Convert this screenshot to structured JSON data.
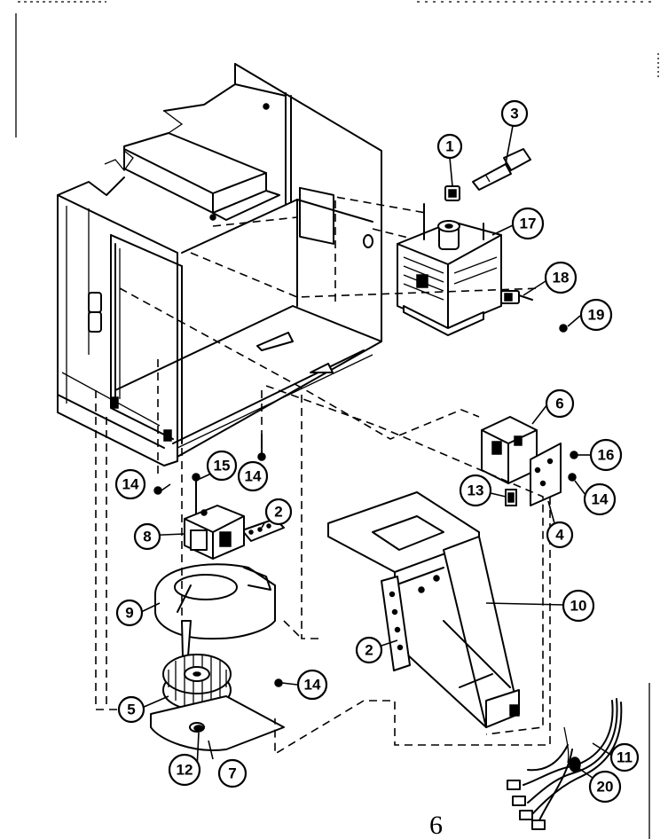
{
  "callouts": [
    {
      "id": "c1",
      "label": "1"
    },
    {
      "id": "c3",
      "label": "3"
    },
    {
      "id": "c17",
      "label": "17"
    },
    {
      "id": "c18",
      "label": "18"
    },
    {
      "id": "c19",
      "label": "19"
    },
    {
      "id": "c6",
      "label": "6"
    },
    {
      "id": "c16",
      "label": "16"
    },
    {
      "id": "c14a",
      "label": "14"
    },
    {
      "id": "c13",
      "label": "13"
    },
    {
      "id": "c4",
      "label": "4"
    },
    {
      "id": "c15",
      "label": "15"
    },
    {
      "id": "c14b",
      "label": "14"
    },
    {
      "id": "c14c",
      "label": "14"
    },
    {
      "id": "c8",
      "label": "8"
    },
    {
      "id": "c2a",
      "label": "2"
    },
    {
      "id": "c10",
      "label": "10"
    },
    {
      "id": "c9",
      "label": "9"
    },
    {
      "id": "c2b",
      "label": "2"
    },
    {
      "id": "c14d",
      "label": "14"
    },
    {
      "id": "c5",
      "label": "5"
    },
    {
      "id": "c12",
      "label": "12"
    },
    {
      "id": "c7",
      "label": "7"
    },
    {
      "id": "c11",
      "label": "11"
    },
    {
      "id": "c20",
      "label": "20"
    }
  ],
  "page_mark": "6"
}
